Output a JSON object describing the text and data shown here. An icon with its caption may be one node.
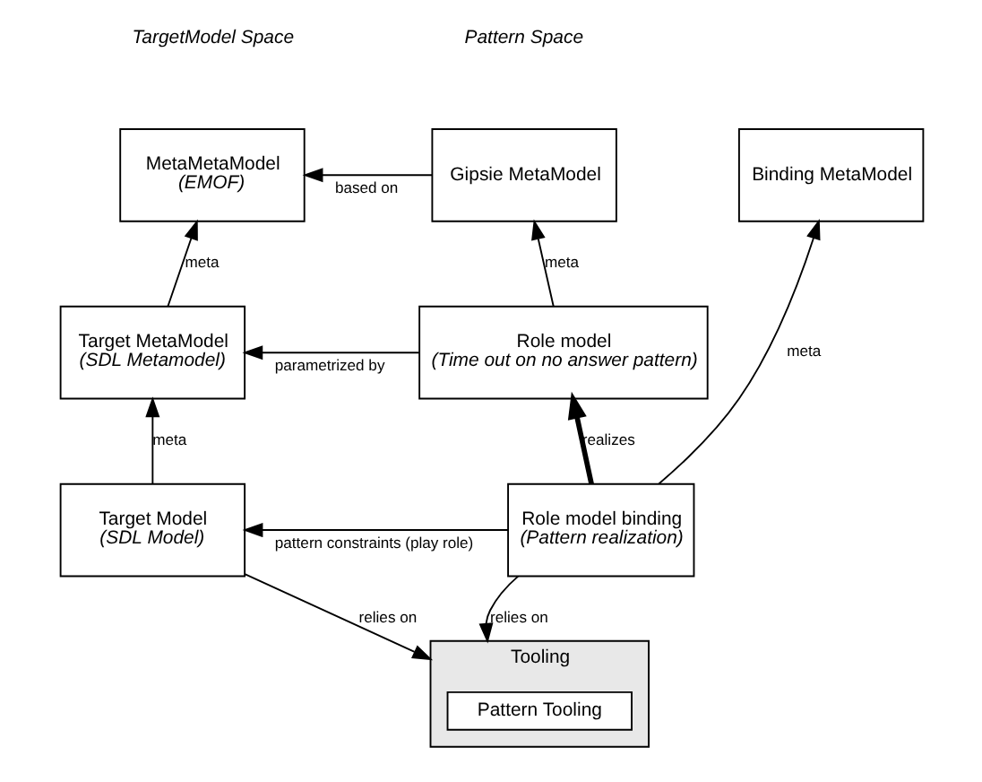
{
  "diagram": {
    "nodes": [
      {
        "text": [
          "MetaMetaModel",
          "(EMOF)"
        ]
      },
      {
        "text": [
          "Gipsie MetaModel"
        ]
      },
      {
        "text": [
          "Binding MetaModel"
        ]
      },
      {
        "text": [
          "Target MetaModel",
          "(SDL Metamodel)"
        ]
      },
      {
        "text": [
          "Role model",
          "(Time out on no answer pattern)"
        ]
      },
      {
        "text": [
          "Target Model",
          "(SDL Model)"
        ]
      },
      {
        "text": [
          "Role model binding",
          "(Pattern realization)"
        ]
      },
      {
        "text": [
          "Tooling"
        ]
      },
      {
        "text": [
          "Pattern Tooling"
        ],
        "in": 7
      }
    ],
    "edges": [
      {
        "from": 1,
        "to": 0,
        "arrow": "to",
        "label": "based on"
      },
      {
        "from": 3,
        "to": 0,
        "arrow": "to",
        "label": "meta"
      },
      {
        "from": 4,
        "to": 1,
        "arrow": "to",
        "label": "meta"
      },
      {
        "from": 6,
        "to": 2,
        "arrow": "to",
        "label": "meta"
      },
      {
        "from": 4,
        "to": 3,
        "arrow": "to",
        "label": "parametrized by"
      },
      {
        "from": 5,
        "to": 3,
        "arrow": "to",
        "label": "meta"
      },
      {
        "from": 6,
        "to": 4,
        "arrow": "to",
        "label": "realizes",
        "style": "thick"
      },
      {
        "from": 6,
        "to": 5,
        "arrow": "to",
        "label": "pattern constraints (play role)"
      },
      {
        "from": 5,
        "to": 7,
        "arrow": "to",
        "label": "relies on"
      },
      {
        "from": 6,
        "to": 7,
        "arrow": "to",
        "label": "relies on"
      }
    ],
    "labels": [
      "TargetModel Space",
      "Pattern Space"
    ]
  }
}
